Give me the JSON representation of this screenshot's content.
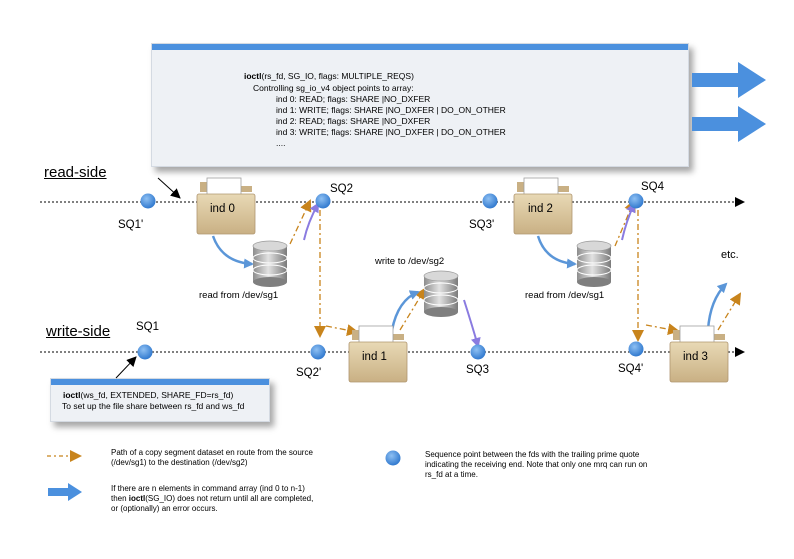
{
  "top_box": {
    "call_bold": "ioctl",
    "call_rest": "(rs_fd, SG_IO, flags: MULTIPLE_REQS)",
    "line2": "Controlling sg_io_v4 object points to array:",
    "items": [
      "ind 0: READ; flags: SHARE |NO_DXFER",
      "ind 1: WRITE; flags: SHARE |NO_DXFER | DO_ON_OTHER",
      "ind 2: READ; flags: SHARE |NO_DXFER",
      "ind 3: WRITE; flags: SHARE |NO_DXFER | DO_ON_OTHER",
      "...."
    ]
  },
  "bottom_box": {
    "call_bold": "ioctl",
    "call_rest": "(ws_fd, EXTENDED, SHARE_FD=rs_fd)",
    "line2": "To set up the file share between rs_fd and ws_fd"
  },
  "sides": {
    "read": "read-side",
    "write": "write-side"
  },
  "sequence_points": {
    "sq1_prime": "SQ1'",
    "sq2": "SQ2",
    "sq3_prime": "SQ3'",
    "sq4": "SQ4",
    "sq1": "SQ1",
    "sq2_prime": "SQ2'",
    "sq3": "SQ3",
    "sq4_prime": "SQ4'"
  },
  "folders": {
    "ind0": "ind 0",
    "ind1": "ind 1",
    "ind2": "ind 2",
    "ind3": "ind 3"
  },
  "device_labels": {
    "read_sg1_a": "read from /dev/sg1",
    "write_sg2": "write to /dev/sg2",
    "read_sg1_b": "read from /dev/sg1"
  },
  "etc": "etc.",
  "legend": {
    "copy_path": "Path of a copy segment dataset en route from the source (/dev/sg1) to the destination (/dev/sg2)",
    "blue_arrow_line1": "If there are n elements in command array (ind 0 to n-1)",
    "blue_arrow_line2_pre": "then ",
    "blue_arrow_line2_bold": "ioctl",
    "blue_arrow_line2_post": "(SG_IO) does not return until all are completed,",
    "blue_arrow_line3": "or (optionally) an error occurs.",
    "sequence_point": "Sequence point between the fds with the trailing prime quote indicating the receiving end. Note that only one mrq can run on rs_fd at a time."
  },
  "colors": {
    "accent_blue": "#4b90de",
    "copy_path_orange": "#c8841c",
    "sequence_dot": "#3b86d9",
    "folder_fill": "#dcc9a0",
    "purple_arrow": "#8a7be0"
  }
}
